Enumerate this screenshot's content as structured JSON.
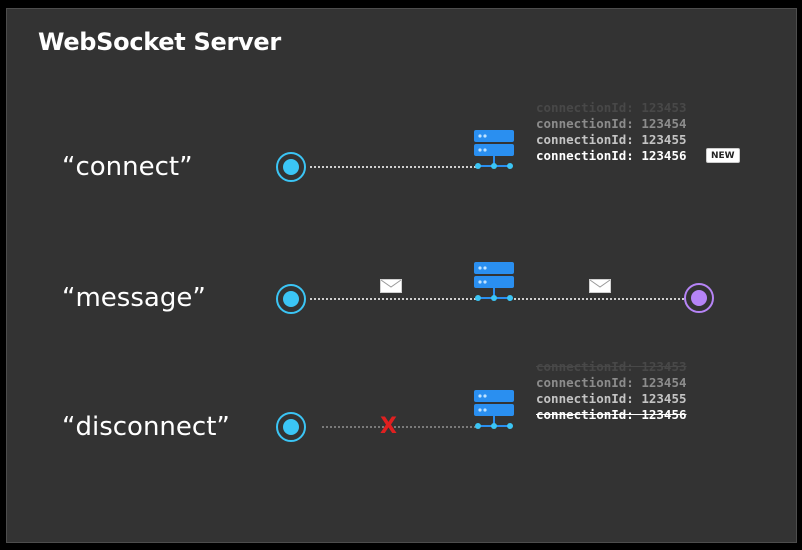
{
  "title": "WebSocket Server",
  "rows": {
    "connect": {
      "label": "“connect”"
    },
    "message": {
      "label": "“message”"
    },
    "disconnect": {
      "label": "“disconnect”"
    }
  },
  "connect_list": [
    "connectionId: 123453",
    "connectionId: 123454",
    "connectionId: 123455",
    "connectionId: 123456"
  ],
  "new_badge": "NEW",
  "disconnect_list": [
    "connectionId: 123453",
    "connectionId: 123454",
    "connectionId: 123455",
    "connectionId: 123456"
  ],
  "disconnect_mark": "X",
  "colors": {
    "client_blue": "#3bc5f5",
    "client_purple": "#b684f6",
    "server_blue": "#2a8ff0",
    "error_red": "#e02020"
  },
  "icons": [
    "server-icon",
    "envelope-icon",
    "close-icon"
  ]
}
